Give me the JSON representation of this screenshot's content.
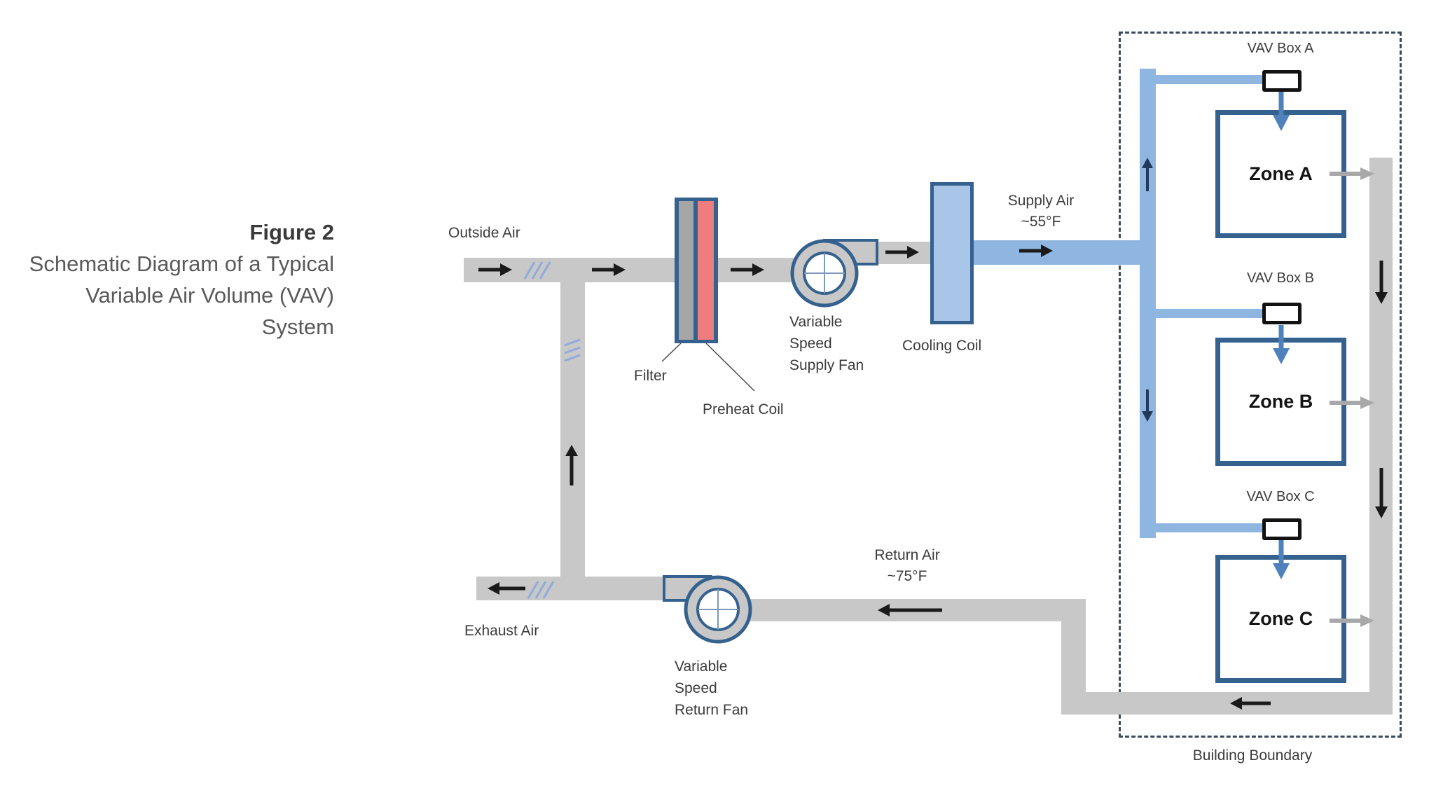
{
  "figure": {
    "title": "Figure 2",
    "caption_line1": "Schematic Diagram of a Typical",
    "caption_line2": "Variable Air Volume (VAV) System"
  },
  "airstream_labels": {
    "outside_air": "Outside Air",
    "supply_air_line1": "Supply Air",
    "supply_air_line2": "~55°F",
    "return_air_line1": "Return Air",
    "return_air_line2": "~75°F",
    "exhaust_air": "Exhaust Air"
  },
  "equipment_labels": {
    "filter": "Filter",
    "preheat_coil": "Preheat Coil",
    "supply_fan_line1": "Variable",
    "supply_fan_line2": "Speed",
    "supply_fan_line3": "Supply Fan",
    "cooling_coil": "Cooling Coil",
    "return_fan_line1": "Variable",
    "return_fan_line2": "Speed",
    "return_fan_line3": "Return Fan"
  },
  "vav_boxes": [
    {
      "label": "VAV Box A"
    },
    {
      "label": "VAV Box B"
    },
    {
      "label": "VAV Box C"
    }
  ],
  "zones": [
    {
      "label": "Zone A"
    },
    {
      "label": "Zone B"
    },
    {
      "label": "Zone C"
    }
  ],
  "building": {
    "boundary_label": "Building Boundary"
  },
  "colors": {
    "duct_gray": "#c8c8c8",
    "supply_blue": "#8fb6e0",
    "coil_fill": "#a9c6e8",
    "equipment_border_blue": "#35618e",
    "zone_border_blue": "#35618e",
    "preheat_red": "#ef7d7d",
    "filter_gray": "#a6a6a6",
    "vav_arrow_blue": "#4f81bd",
    "zone_exhaust_gray": "#a8a8a8",
    "boundary_dash": "#3a4a5c",
    "arrow_black": "#1a1a1a",
    "arrow_navy": "#22395c",
    "hatch_blue": "#8faadc"
  }
}
